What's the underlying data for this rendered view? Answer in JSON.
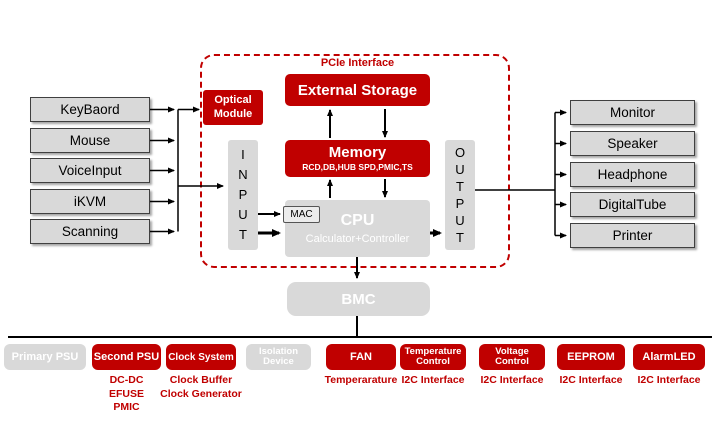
{
  "colors": {
    "accent_red": "#C00000",
    "box_gray": "#D9D9D9"
  },
  "left_devices": [
    "KeyBaord",
    "Mouse",
    "VoiceInput",
    "iKVM",
    "Scanning"
  ],
  "right_devices": [
    "Monitor",
    "Speaker",
    "Headphone",
    "DigitalTube",
    "Printer"
  ],
  "core": {
    "pcie_label": "PCIe Interface",
    "optical_module": "Optical Module",
    "external_storage": "External Storage",
    "memory": "Memory",
    "memory_components": "RCD,DB,HUB SPD,PMIC,TS",
    "input": "INPUT",
    "mac": "MAC",
    "cpu": "CPU",
    "cpu_sub": "Calculator+Controller",
    "output": "OUTPUT",
    "bmc": "BMC"
  },
  "bottom_modules": [
    {
      "label": "Primary PSU",
      "type": "gray",
      "sub": []
    },
    {
      "label": "Second PSU",
      "type": "red",
      "sub": [
        "DC-DC",
        "EFUSE",
        "PMIC"
      ]
    },
    {
      "label": "Clock System",
      "type": "red",
      "sub": [
        "Clock Buffer",
        "Clock Generator"
      ]
    },
    {
      "label": "Isolation Device",
      "type": "gray",
      "sub": []
    },
    {
      "label": "FAN",
      "type": "red",
      "sub": [
        "Temperarature"
      ]
    },
    {
      "label": "Temperature Control",
      "type": "red",
      "sub": [
        "I2C Interface"
      ]
    },
    {
      "label": "Voltage Control",
      "type": "red",
      "sub": [
        "I2C Interface"
      ]
    },
    {
      "label": "EEPROM",
      "type": "red",
      "sub": [
        "I2C Interface"
      ]
    },
    {
      "label": "AlarmLED",
      "type": "red",
      "sub": [
        "I2C Interface"
      ]
    }
  ]
}
